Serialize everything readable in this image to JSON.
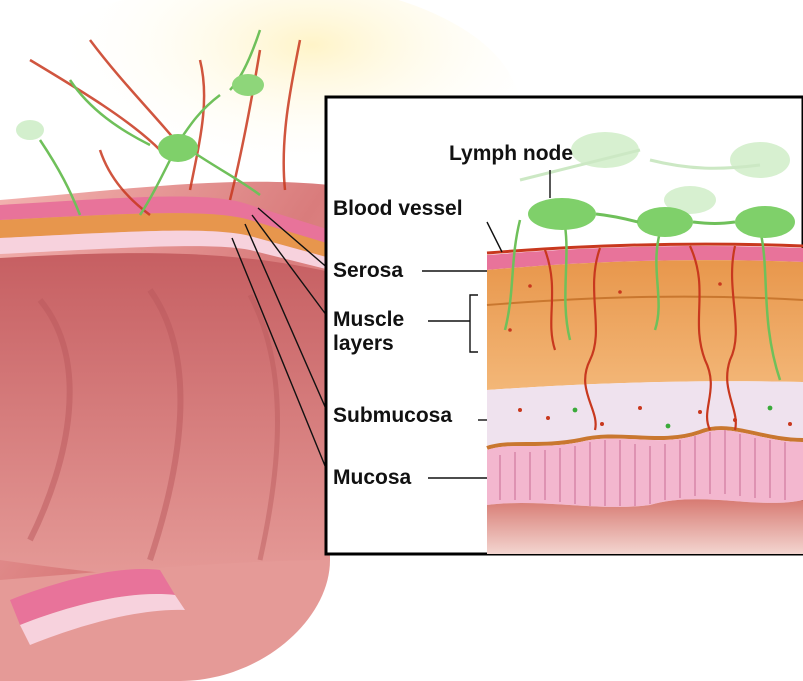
{
  "labels": {
    "lymph_node": "Lymph node",
    "blood_vessel": "Blood vessel",
    "serosa": "Serosa",
    "muscle_layers": "Muscle\nlayers",
    "submucosa": "Submucosa",
    "mucosa": "Mucosa"
  },
  "colors": {
    "inset_border": "#000000",
    "serosa": "#e8739a",
    "muscle": "#e49a55",
    "submucosa": "#efe2ee",
    "mucosa": "#f3b7cf",
    "lumen": "#cc6a6c",
    "vessel": "#c8381e",
    "lymph": "#7fd06a",
    "outer_tissue": "#f4a9a6"
  }
}
